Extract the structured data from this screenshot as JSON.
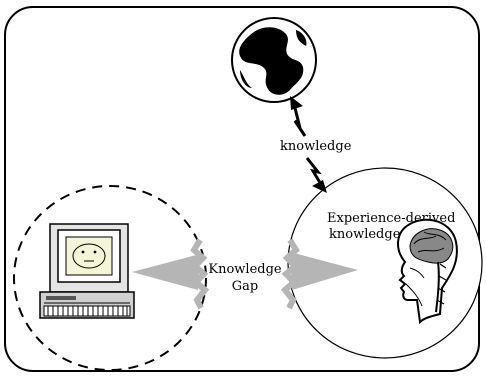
{
  "labels": {
    "knowledge": "knowledge",
    "experience_line1": "Experience-derived",
    "experience_line2": "knowledge",
    "gap_line1": "Knowledge",
    "gap_line2": "Gap"
  },
  "icons": [
    "globe-icon",
    "computer-icon",
    "human-head-brain-icon"
  ],
  "colors": {
    "border": "#000000",
    "arrow_gray": "#b5b5b5",
    "screen_fill": "#f4f4d6",
    "background": "#ffffff"
  }
}
